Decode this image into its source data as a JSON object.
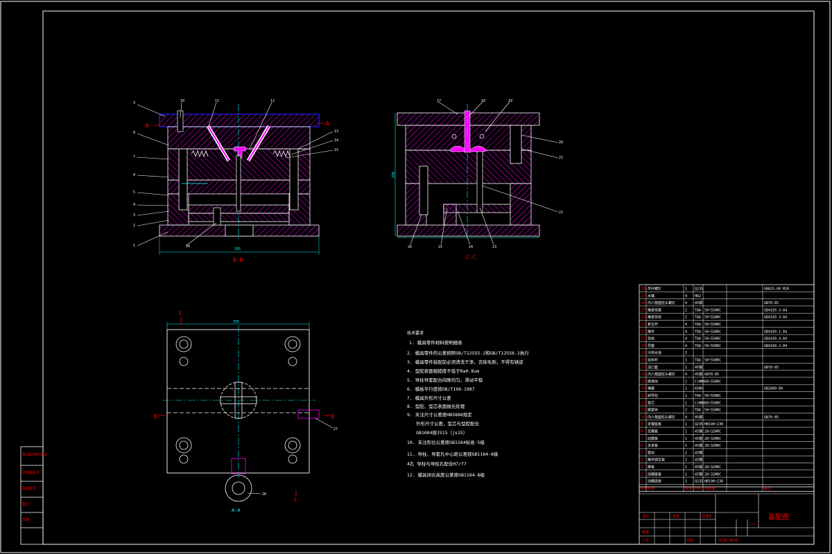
{
  "views": {
    "bb_label": "B-B",
    "cc_label": "C-C",
    "aa_label": "A-A",
    "section_a": "A",
    "section_b": "B",
    "section_c": "C",
    "bb_width_dim": "395",
    "aa_width_dim": "395",
    "cc_height_dim": "250"
  },
  "callouts_bb": [
    "3",
    "8",
    "7",
    "4",
    "5",
    "4",
    "3",
    "2",
    "1",
    "10",
    "11",
    "12",
    "13",
    "14",
    "15",
    "16"
  ],
  "callouts_cc": [
    "17",
    "18",
    "19",
    "20",
    "21",
    "22",
    "23",
    "24",
    "25",
    "26"
  ],
  "callouts_aa": [
    "27",
    "28"
  ],
  "notes": {
    "heading": "技术要求",
    "items": [
      "1. 模具零件材料按明细表",
      "2. 模具零件的公差按照GB/T12555.2和GB/T12556.2执行",
      "3. 模具零件装配前必须清洗干净，去除毛刺，不得有锈迹",
      "4. 型腔表面粗糙度不低于Ra0.8um",
      "5. 导柱导套配合间隙均匀，滑动平稳",
      "6. 模板平行度按GB/T196-1987",
      "7. 模具外形尺寸公差",
      "8. 型腔、型芯表面抛光处理",
      "9. 未注尺寸公差按HB5888规定",
      "   外形尺寸公差，型芯与型腔配合",
      "   GB1084按JS15（js15）",
      "10. 未注形位公差按GB1184标准-5级",
      "11. 导柱、导套孔中心距公差按GB1184-8级",
      "4孔  导柱与导柱孔配合H7/f7",
      "12. 模具闭合高度公差按GB1184-8级"
    ]
  },
  "bom_rows": [
    [
      "28",
      "吊环螺钉",
      "1",
      "Q235",
      "",
      "GB825-88 M20"
    ],
    [
      "27",
      "水嘴",
      "4",
      "H62",
      "",
      ""
    ],
    [
      "26",
      "内六角圆柱头螺钉",
      "4",
      "45钢",
      "",
      "GB70-85"
    ],
    [
      "25",
      "推板导套",
      "2",
      "T8A",
      "50~55HRC",
      "GB4169.3-84"
    ],
    [
      "24",
      "推板导柱",
      "2",
      "T8A",
      "50~55HRC",
      "GB4169.3-84"
    ],
    [
      "23",
      "复位杆",
      "4",
      "T8A",
      "50~55HRC",
      ""
    ],
    [
      "22",
      "推杆",
      "4",
      "T8A",
      "50~55HRC",
      "GB4169.1-84"
    ],
    [
      "21",
      "导柱",
      "4",
      "T8A",
      "50~55HRC",
      "GB4169.4-84"
    ],
    [
      "20",
      "导套",
      "4",
      "T8A",
      "50~55HRC",
      "GB4169.2-84"
    ],
    [
      "19",
      "冷却水道",
      "2",
      "",
      "",
      ""
    ],
    [
      "18",
      "拉料杆",
      "1",
      "T8A",
      "50~55HRC",
      ""
    ],
    [
      "17",
      "浇口套",
      "1",
      "45钢",
      "",
      "GB70-85"
    ],
    [
      "16",
      "内六角圆柱头螺钉",
      "4",
      "45钢",
      "GB70-85",
      ""
    ],
    [
      "15",
      "侧滑块",
      "2",
      "CrWMn",
      "50~55HRC",
      ""
    ],
    [
      "14",
      "弹簧",
      "2",
      "65Mn",
      "",
      "GB2089-80"
    ],
    [
      "13",
      "斜导柱",
      "2",
      "T8A",
      "50~55HRC",
      ""
    ],
    [
      "12",
      "型芯",
      "1",
      "CrWMn",
      "50~55HRC",
      ""
    ],
    [
      "11",
      "楔紧块",
      "2",
      "T8A",
      "50~55HRC",
      ""
    ],
    [
      "10",
      "内六角圆柱头螺钉",
      "4",
      "45钢",
      "",
      "GB70-85"
    ],
    [
      "9",
      "定模座板",
      "1",
      "Q235",
      "HB190~230",
      ""
    ],
    [
      "8",
      "定模板",
      "1",
      "45钢",
      "28~32HRC",
      ""
    ],
    [
      "7",
      "动模板",
      "1",
      "45钢",
      "28~32HRC",
      ""
    ],
    [
      "6",
      "支承板",
      "1",
      "45钢",
      "28~32HRC",
      ""
    ],
    [
      "5",
      "垫块",
      "2",
      "45钢",
      "",
      ""
    ],
    [
      "4",
      "推杆固定板",
      "1",
      "45钢",
      "",
      ""
    ],
    [
      "3",
      "推板",
      "1",
      "45钢",
      "28~32HRC",
      ""
    ],
    [
      "2",
      "动模座板",
      "1",
      "45钢",
      "28~32HRC",
      ""
    ],
    [
      "1",
      "动模底板",
      "1",
      "Q235",
      "HB190~230",
      ""
    ]
  ],
  "bom_header": [
    "序号",
    "名称",
    "数量",
    "材料",
    "热处理",
    "备注"
  ],
  "title_block": {
    "drawing_name": "装配图",
    "scale": "1:1",
    "sheet": "共1张 第1张",
    "labels": [
      "设计",
      "审核",
      "工艺",
      "批准",
      "标准化",
      "日期"
    ]
  },
  "left_strip": [
    "借(通)用件登记",
    "旧底图总号",
    "底图总号",
    "签字",
    "日期"
  ],
  "colors": {
    "background": "#000000",
    "frame": "#ffffff",
    "hatch": "#ff00ff",
    "line": "#ffffff",
    "center": "#00ffff",
    "dim": "#00ffff",
    "label": "#ff0000",
    "note": "#ffffff",
    "cavity": "#ff00ff",
    "blue": "#2020ff"
  }
}
